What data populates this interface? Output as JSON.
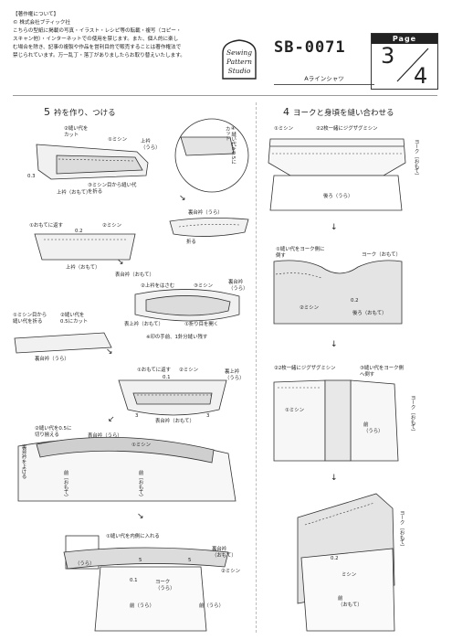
{
  "copyright": {
    "heading": "【著作権について】",
    "owner": "© 株式会社ブティック社",
    "line1": "こちらの型紙に掲載の写真・イラスト・レシピ等の転載・複写（コピー・",
    "line2": "スキャン他）・インターネットでの使用を禁じます。また、個人的に楽し",
    "line3": "む場合を除き、記事の複製や作品を営利目的で販売することは著作権法で",
    "line4": "禁じられています。万一乱丁・落丁がありましたらお取り替えいたします。"
  },
  "logo": {
    "word1": "Sewing",
    "word2": "Pattern",
    "word3": "Studio"
  },
  "header": {
    "code": "SB-0071",
    "title": "Aラインシャツ",
    "page_label": "Page",
    "page_current": "3",
    "page_total": "4"
  },
  "step5": {
    "number": "5",
    "title": "衿を作り、つける",
    "labels": [
      "②縫い代を\nカット",
      "①ミシン",
      "上衿\n（うら）",
      "④縫い代を0.5に\nカット",
      "0.3",
      "③ミシン目から縫い代\nを折る",
      "上衿（おもて）",
      "裏台衿（うら）",
      "折る",
      "①おもてに返す",
      "0.2",
      "②ミシン",
      "上衿（おもて）",
      "表台衿（おもて）",
      "②上衿をはさむ",
      "③ミシン",
      "裏台衿\n（うら）",
      "①ミシン目から\n縫い代を折る",
      "②縫い代を\n0.5にカット",
      "表上衿（おもて）",
      "①折り目を開く",
      "※印の手前、1針分縫い残す",
      "裏台衿（うら）",
      "①おもてに返す",
      "0.1",
      "②ミシン",
      "裏上衿\n（うら）",
      "3",
      "表台衿（おもて）",
      "3",
      "②縫い代を0.5に\n切り揃える",
      "表台衿（うら）",
      "①ミシン",
      "裏台衿をよける",
      "前（おもて）",
      "前（おもて）",
      "①縫い代を内側に入れる",
      "裏台衿\n（おもて）",
      "（うら）",
      "5",
      "5",
      "0.1",
      "②ミシン",
      "ヨーク\n（うら）",
      "前（うら）",
      "前（うら）"
    ]
  },
  "step4": {
    "number": "4",
    "title": "ヨークと身頃を縫い合わせる",
    "labels": [
      "①ミシン",
      "②2枚一緒にジグザグミシン",
      "ヨーク（おもて）",
      "後ろ（うら）",
      "①縫い代をヨーク側に\n倒す",
      "ヨーク（おもて）",
      "0.2",
      "②ミシン",
      "後ろ（おもて）",
      "②2枚一緒にジグザグミシン",
      "③縫い代をヨーク側\nへ倒す",
      "①ミシン",
      "ヨーク（おもて）",
      "前\n（うら）",
      "ヨーク（おもて）",
      "0.2",
      "ミシン",
      "前\n（おもて）"
    ]
  }
}
